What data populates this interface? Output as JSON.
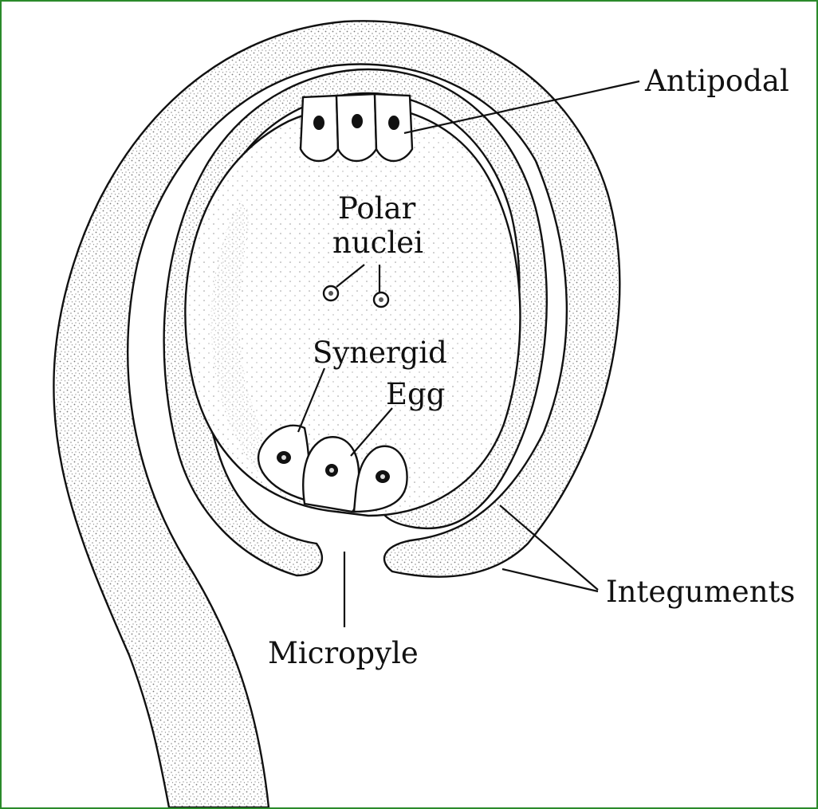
{
  "labels": {
    "antipodal": "Antipodal",
    "polar_nuclei_line1": "Polar",
    "polar_nuclei_line2": "nuclei",
    "synergid": "Synergid",
    "egg": "Egg",
    "integuments": "Integuments",
    "micropyle": "Micropyle"
  },
  "colors": {
    "border": "#2a8a2a",
    "ink": "#111111",
    "stipple": "#8a8a8a",
    "background": "#ffffff"
  }
}
